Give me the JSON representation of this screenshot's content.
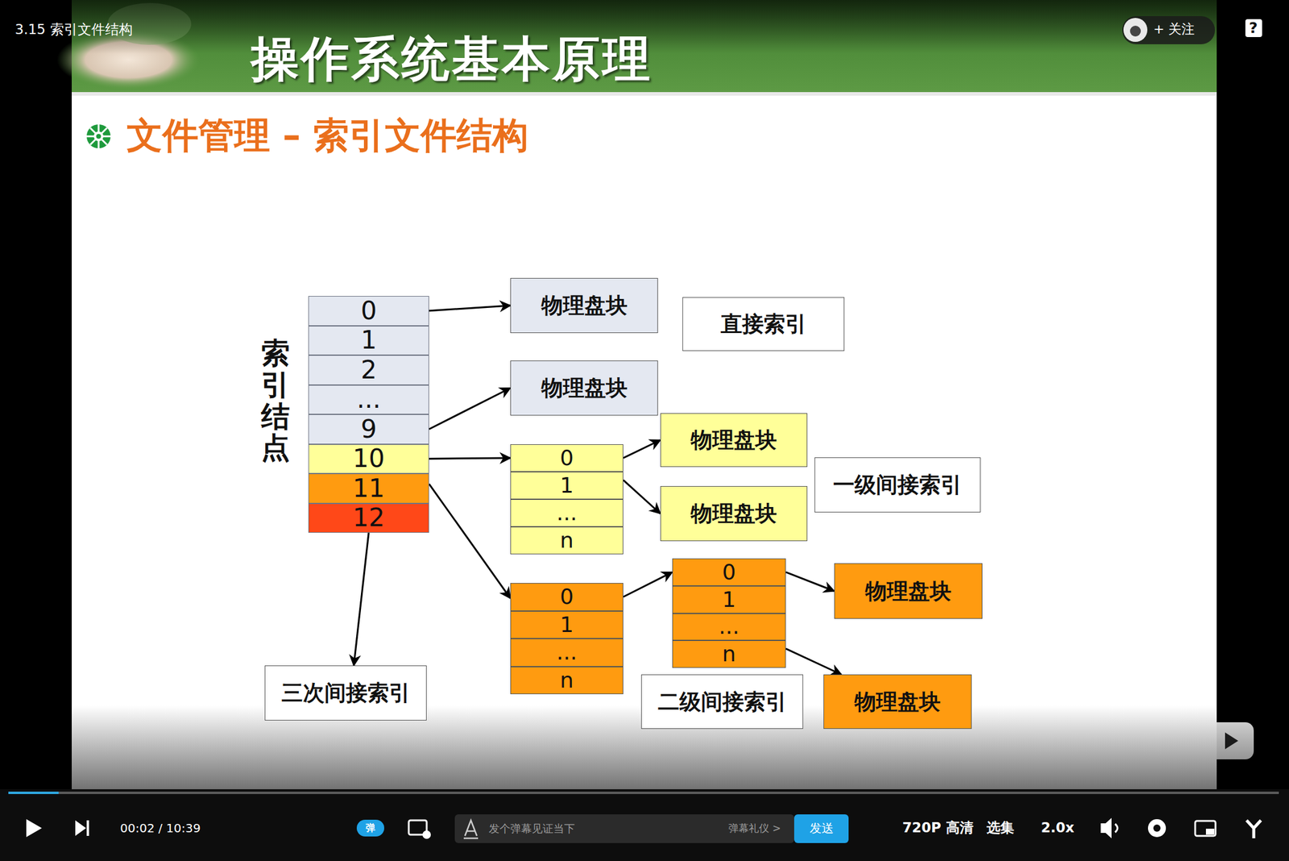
{
  "diagram": {
    "title": "文件管理 – 索引文件结构",
    "nodes": [
      {
        "text": [
          "索引结点"
        ]
      },
      {
        "text": [
          "0"
        ],
        "in": 0
      },
      {
        "text": [
          "1"
        ],
        "in": 0
      },
      {
        "text": [
          "2"
        ],
        "in": 0
      },
      {
        "text": [
          "..."
        ],
        "in": 0
      },
      {
        "text": [
          "9"
        ],
        "in": 0
      },
      {
        "text": [
          "10"
        ],
        "in": 0
      },
      {
        "text": [
          "11"
        ],
        "in": 0
      },
      {
        "text": [
          "12"
        ],
        "in": 0
      },
      {
        "text": [
          "物理盘块"
        ]
      },
      {
        "text": [
          "直接索引"
        ]
      },
      {
        "text": [
          "物理盘块"
        ]
      },
      {
        "text": [
          "物理盘块"
        ]
      },
      {
        "text": [
          "0"
        ]
      },
      {
        "text": [
          "1"
        ]
      },
      {
        "text": [
          "..."
        ]
      },
      {
        "text": [
          "n"
        ]
      },
      {
        "text": [
          "一级间接索引"
        ]
      },
      {
        "text": [
          "物理盘块"
        ]
      },
      {
        "text": [
          "0"
        ]
      },
      {
        "text": [
          "1"
        ]
      },
      {
        "text": [
          "..."
        ]
      },
      {
        "text": [
          "n"
        ]
      },
      {
        "text": [
          "物理盘块"
        ]
      },
      {
        "text": [
          "0"
        ]
      },
      {
        "text": [
          "1"
        ]
      },
      {
        "text": [
          "..."
        ]
      },
      {
        "text": [
          "n"
        ]
      },
      {
        "text": [
          "二级间接索引"
        ]
      },
      {
        "text": [
          "物理盘块"
        ]
      },
      {
        "text": [
          "三次间接索引"
        ]
      }
    ],
    "edges": [
      {
        "from": 1,
        "to": 9,
        "arrow": "to"
      },
      {
        "from": 5,
        "to": 11,
        "arrow": "to"
      },
      {
        "from": 6,
        "to": 13,
        "arrow": "to"
      },
      {
        "from": 7,
        "to": 24,
        "arrow": "to"
      },
      {
        "from": 8,
        "to": 30,
        "arrow": "to"
      },
      {
        "from": 13,
        "to": 12,
        "arrow": "to"
      },
      {
        "from": 14,
        "to": 18,
        "arrow": "to"
      },
      {
        "from": 24,
        "to": 19,
        "arrow": "to"
      },
      {
        "from": 19,
        "to": 23,
        "arrow": "to"
      },
      {
        "from": 22,
        "to": 29,
        "arrow": "to"
      }
    ],
    "labels": [
      "3.15 索引文件结构",
      "+ 关注",
      "?",
      "操作系统基本原理",
      "00:02 / 10:39",
      "弹",
      "发个弹幕见证当下",
      "弹幕礼仪 >",
      "发送",
      "720P 高清",
      "选集",
      "2.0x"
    ]
  }
}
